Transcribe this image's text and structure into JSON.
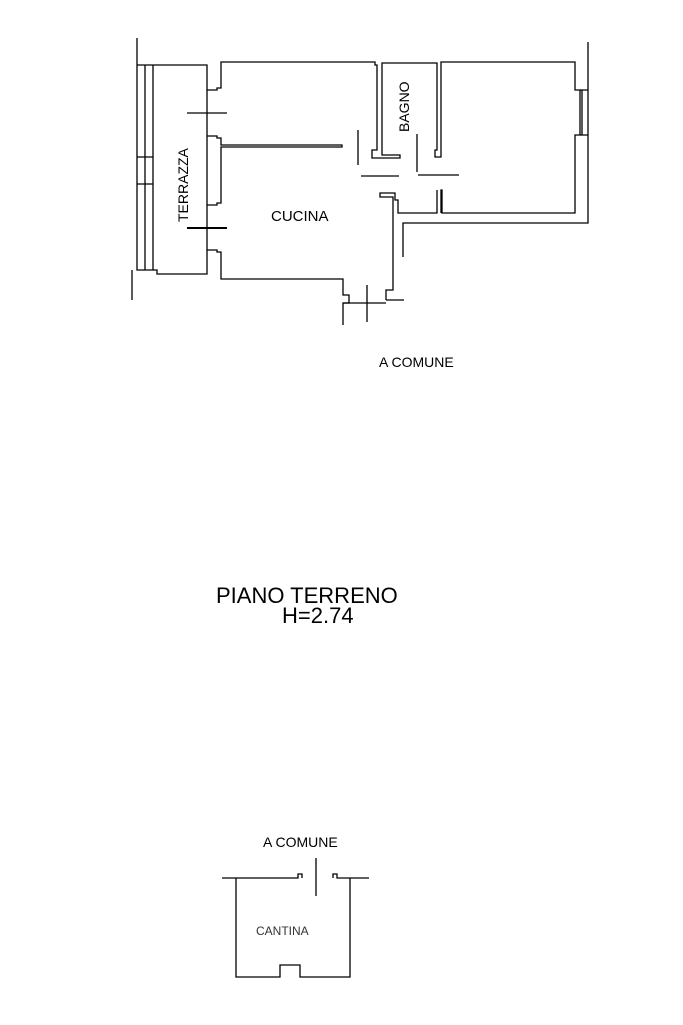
{
  "plan": {
    "rooms": {
      "terrazza": "TERRAZZA",
      "bagno": "BAGNO",
      "cucina": "CUCINA",
      "cantina": "CANTINA"
    },
    "access_top": "A COMUNE",
    "access_bottom": "A COMUNE",
    "floor_title": "PIANO TERRENO",
    "floor_height": "H=2.74"
  },
  "colors": {
    "line": "#000000",
    "background": "#ffffff"
  }
}
